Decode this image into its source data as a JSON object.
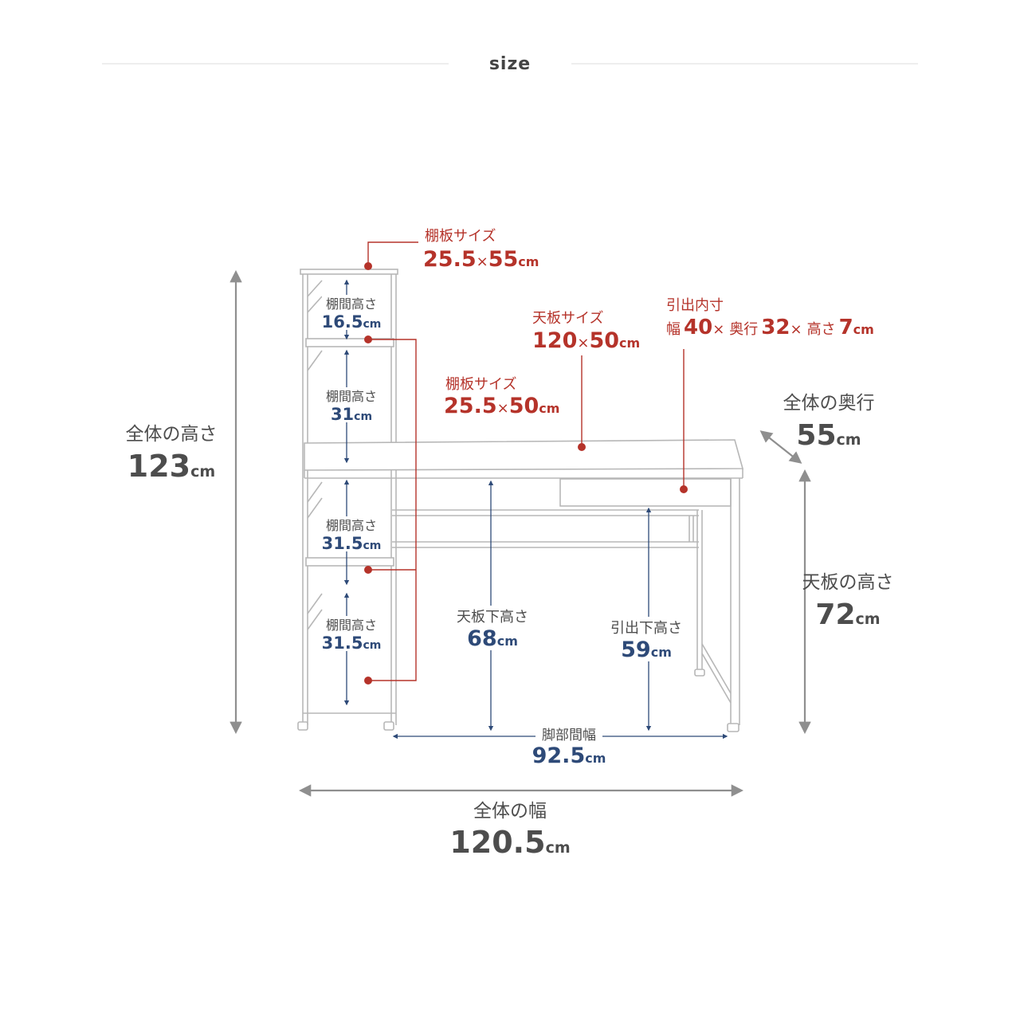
{
  "header": {
    "title": "size"
  },
  "colors": {
    "accent": "#b5332a",
    "value_blue": "#2e4a78",
    "text_gray": "#4d4d4d",
    "line_gray": "#bdbdbd",
    "arrow_gray": "#8f8f8f"
  },
  "dimensions": {
    "unit": "cm",
    "overall_height": {
      "label": "全体の高さ",
      "value": "123"
    },
    "overall_width": {
      "label": "全体の幅",
      "value": "120.5"
    },
    "overall_depth": {
      "label": "全体の奥行",
      "value": "55"
    },
    "desk_height": {
      "label": "天板の高さ",
      "value": "72"
    },
    "shelf_top": {
      "label": "棚板サイズ",
      "value": "25.5",
      "sep": "×",
      "value2": "55"
    },
    "shelf_lower": {
      "label": "棚板サイズ",
      "value": "25.5",
      "sep": "×",
      "value2": "50"
    },
    "top_board": {
      "label": "天板サイズ",
      "value": "120",
      "sep": "×",
      "value2": "50"
    },
    "drawer_inner": {
      "label": "引出内寸",
      "w_label": "幅",
      "w": "40",
      "d_label": "奥行",
      "d": "32",
      "h_label": "高さ",
      "h": "7",
      "sep": "×"
    },
    "shelf_gaps": [
      {
        "label": "棚間高さ",
        "value": "16.5"
      },
      {
        "label": "棚間高さ",
        "value": "31"
      },
      {
        "label": "棚間高さ",
        "value": "31.5"
      },
      {
        "label": "棚間高さ",
        "value": "31.5"
      }
    ],
    "under_top": {
      "label": "天板下高さ",
      "value": "68"
    },
    "under_drawer": {
      "label": "引出下高さ",
      "value": "59"
    },
    "leg_span": {
      "label": "脚部間幅",
      "value": "92.5"
    }
  }
}
